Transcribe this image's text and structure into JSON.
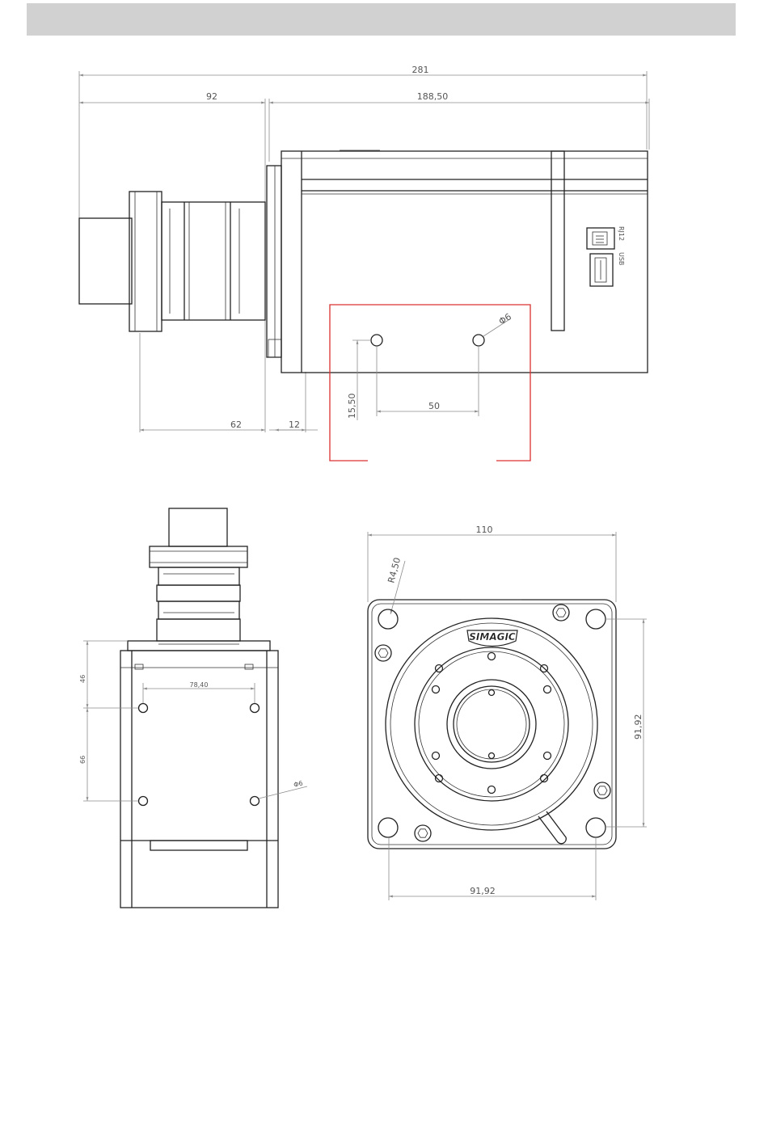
{
  "dims": {
    "overall_length": "281",
    "shaft_length": "92",
    "body_length": "188,50",
    "clamp_length": "62",
    "flange_offset": "12",
    "hole_height": "15,50",
    "hole_spacing": "50",
    "hole_diameter": "Φ6",
    "flange_width": "110",
    "bolt_spacing_vertical": "91,92",
    "bolt_spacing_horizontal": "91,92",
    "corner_radius": "R4,50",
    "top_hole_spacing": "78,40",
    "top_offset_1": "46",
    "top_offset_2": "66",
    "top_hole_diameter": "Φ6"
  },
  "labels": {
    "brand_badge": "SIMAGIC",
    "port_1": "RJ12",
    "port_2": "USB"
  },
  "colors": {
    "header": "#d1d1d1",
    "highlight": "#d93030"
  }
}
